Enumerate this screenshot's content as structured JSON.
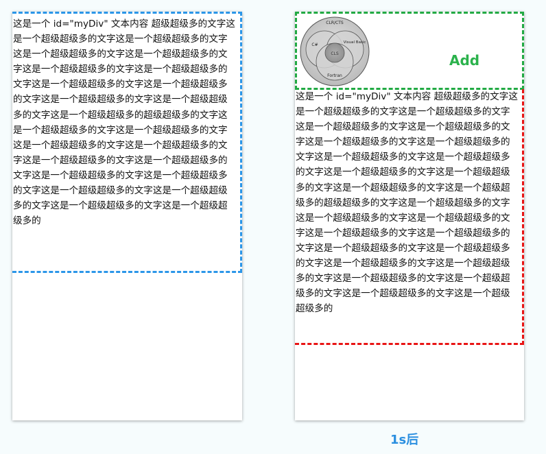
{
  "left_panel": {
    "text": "这是一个 id=\"myDiv\" 文本内容 超级超级多的文字这是一个超级超级多的文字这是一个超级超级多的文字这是一个超级超级多的文字这是一个超级超级多的文字这是一个超级超级多的文字这是一个超级超级多的文字这是一个超级超级多的文字这是一个超级超级多的文字这是一个超级超级多的文字这是一个超级超级多的文字这是一个超级超级多的超级超级多的文字这是一个超级超级多的文字这是一个超级超级多的文字这是一个超级超级多的文字这是一个超级超级多的文字这是一个超级超级多的文字这是一个超级超级多的文字这是一个超级超级多的文字这是一个超级超级多的文字这是一个超级超级多的文字这是一个超级超级多的文字这是一个超级超级多的文字这是一个超级超级多的"
  },
  "right_panel": {
    "add_label": "Add",
    "diagram": {
      "outer_label": "CLR/CTS",
      "left_label": "C#",
      "right_label": "Visual Basic",
      "center_label": "CLS",
      "bottom_label": "Fortran"
    },
    "text": "这是一个 id=\"myDiv\" 文本内容 超级超级多的文字这是一个超级超级多的文字这是一个超级超级多的文字这是一个超级超级多的文字这是一个超级超级多的文字这是一个超级超级多的文字这是一个超级超级多的文字这是一个超级超级多的文字这是一个超级超级多的文字这是一个超级超级多的文字这是一个超级超级多的文字这是一个超级超级多的文字这是一个超级超级多的超级超级多的文字这是一个超级超级多的文字这是一个超级超级多的文字这是一个超级超级多的文字这是一个超级超级多的文字这是一个超级超级多的文字这是一个超级超级多的文字这是一个超级超级多的文字这是一个超级超级多的文字这是一个超级超级多的文字这是一个超级超级多的文字这是一个超级超级多的文字这是一个超级超级多的文字这是一个超级超级多的"
  },
  "caption": "1s后",
  "colors": {
    "left_border": "#2b96e8",
    "right_text_border": "#e81414",
    "add_border": "#22aa44",
    "add_text": "#2bb24c",
    "caption": "#2b8fe0"
  }
}
